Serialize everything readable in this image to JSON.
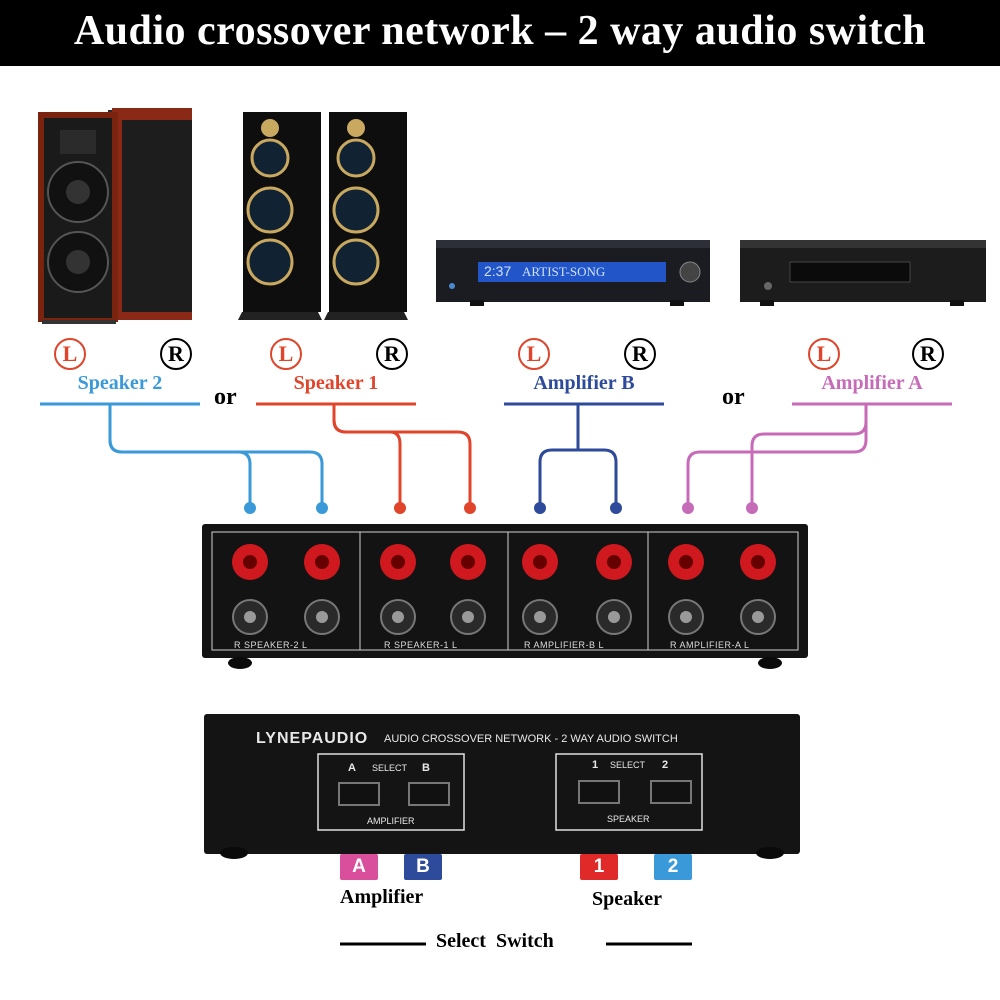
{
  "title": "Audio crossover network – 2 way audio switch",
  "lr": {
    "left": "L",
    "right": "R"
  },
  "groups": {
    "speaker2": {
      "label": "Speaker 2",
      "color": "#3a9ad9"
    },
    "speaker1": {
      "label": "Speaker 1",
      "color": "#e0442a"
    },
    "amplifierB": {
      "label": "Amplifier B",
      "color": "#2e4a9a"
    },
    "amplifierA": {
      "label": "Amplifier A",
      "color": "#c76bb8"
    }
  },
  "or_label": "or",
  "rear_panel": {
    "labels": [
      "R  SPEAKER-2  L",
      "R  SPEAKER-1  L",
      "R  AMPLIFIER-B  L",
      "R  AMPLIFIER-A  L"
    ]
  },
  "front_panel": {
    "brand": "LYNEPAUDIO",
    "model": "AUDIO CROSSOVER NETWORK - 2 WAY AUDIO SWITCH",
    "amplifier_box": {
      "left": "A",
      "select": "SELECT",
      "right": "B",
      "caption": "AMPLIFIER"
    },
    "speaker_box": {
      "left": "1",
      "select": "SELECT",
      "right": "2",
      "caption": "SPEAKER"
    }
  },
  "amp_display": {
    "time": "2:37",
    "text": "ARTIST-SONG"
  },
  "select_badges": {
    "amplifier": [
      {
        "text": "A",
        "color": "#d94f9c"
      },
      {
        "text": "B",
        "color": "#2e4a9a"
      }
    ],
    "speaker": [
      {
        "text": "1",
        "color": "#e02a2a"
      },
      {
        "text": "2",
        "color": "#3a9ad9"
      }
    ]
  },
  "select_labels": {
    "amplifier": "Amplifier",
    "speaker": "Speaker"
  },
  "footer": "Select  Switch"
}
